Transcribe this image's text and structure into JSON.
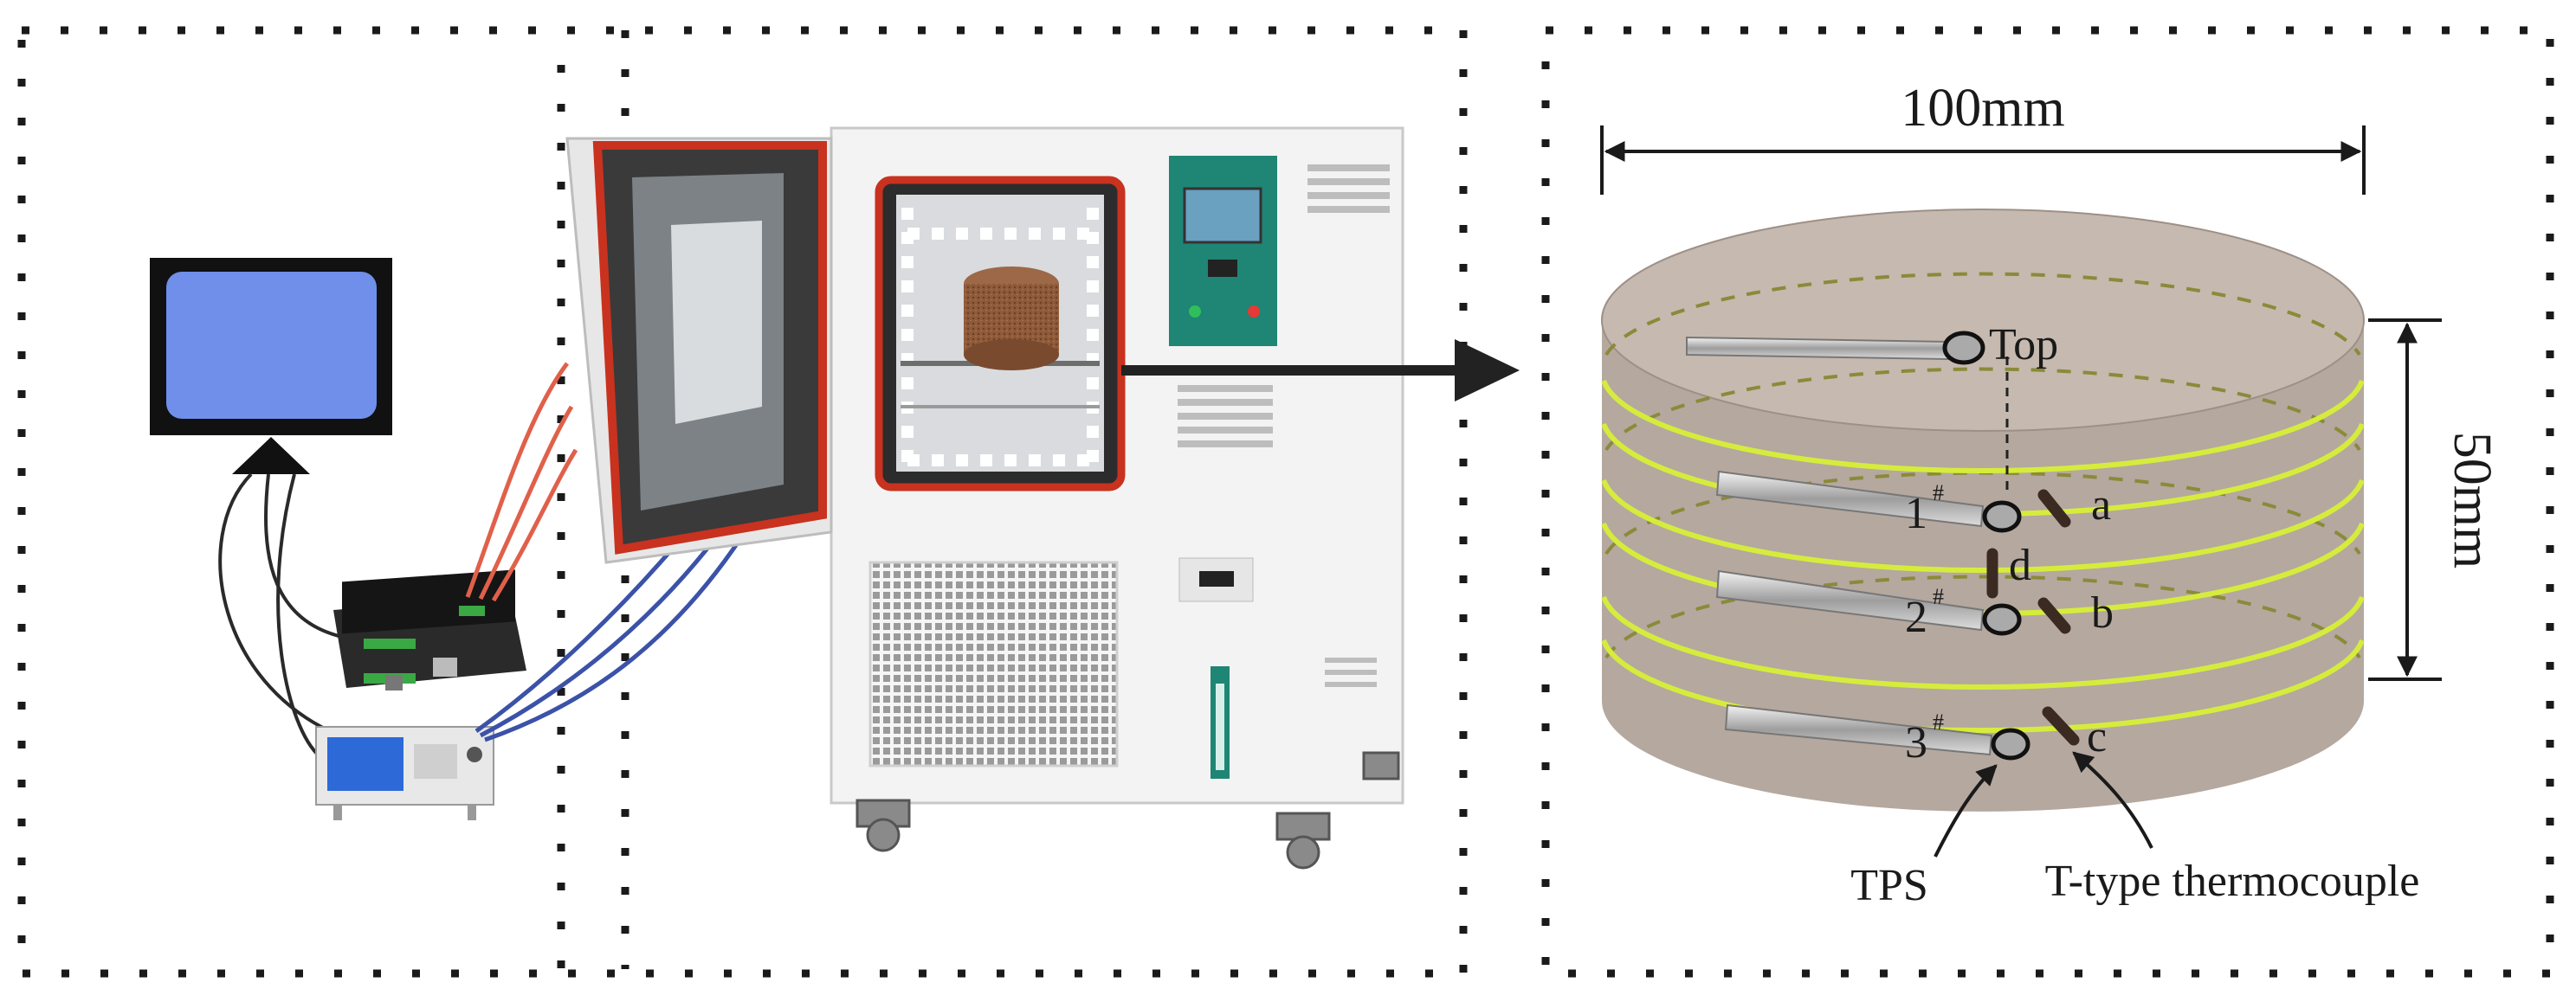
{
  "right_panel": {
    "width_label": "100mm",
    "height_label": "50mm",
    "top_label": "Top",
    "layer_labels": [
      "1",
      "2",
      "3"
    ],
    "layer_mark": "#",
    "thermocouple_points": [
      "a",
      "b",
      "c",
      "d"
    ],
    "tps_label": "TPS",
    "thermocouple_label": "T-type thermocouple"
  },
  "colors": {
    "monitor_screen": "#6F8FEA",
    "sample_body": "#B5A89F",
    "sample_top": "#C6B9AF",
    "ring_line": "#D6EC3C",
    "red_wires": "#E0604A",
    "blue_wires": "#3B52A8",
    "door_seal": "#C8321F",
    "sample_cake": "#8E5A3A"
  }
}
